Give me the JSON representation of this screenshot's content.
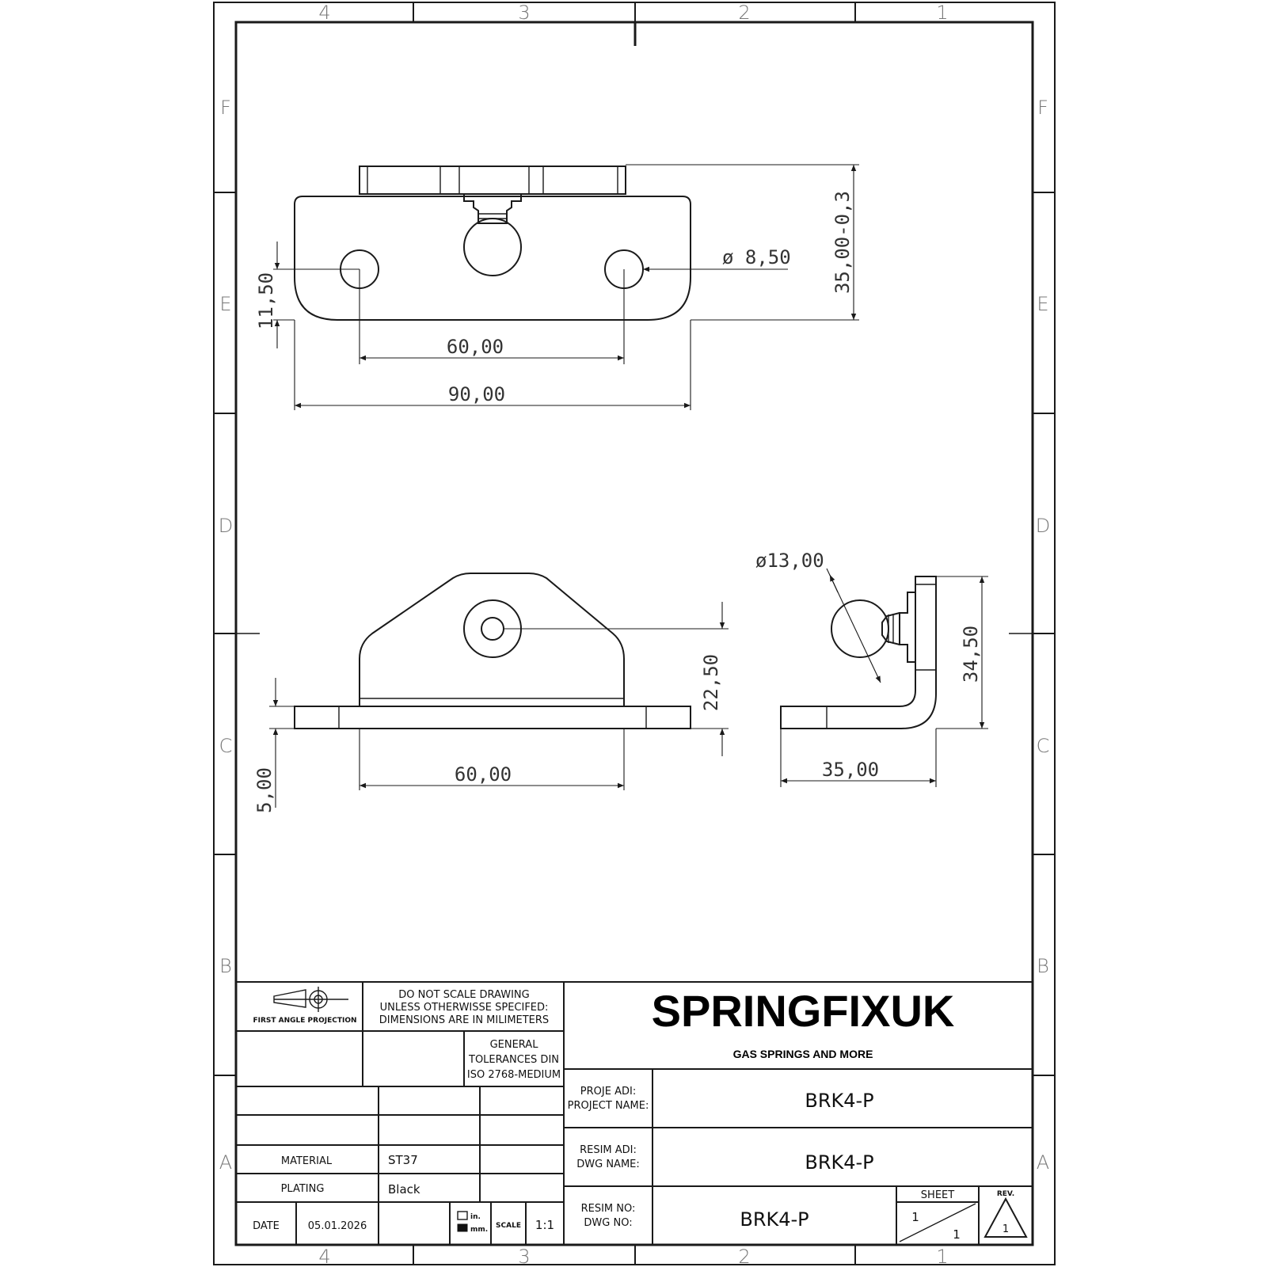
{
  "zones": {
    "columns": [
      "4",
      "3",
      "2",
      "1"
    ],
    "rows": [
      "F",
      "E",
      "D",
      "C",
      "B",
      "A"
    ]
  },
  "dimensions": {
    "top_height": "35,00-0,3",
    "top_hole_dia": "ø 8,50",
    "top_hole_offset": "11,50",
    "top_hole_pitch": "60,00",
    "top_width": "90,00",
    "front_ball_height": "22,50",
    "front_thickness": "5,00",
    "front_hole_pitch": "60,00",
    "side_ball_dia": "ø13,00",
    "side_height": "34,50",
    "side_depth": "35,00"
  },
  "title_block": {
    "projection": "FIRST ANGLE PROJECTION",
    "note_line1": "DO NOT SCALE DRAWING",
    "note_line2": "UNLESS OTHERWISSE SPECIFED:",
    "note_line3": "DIMENSIONS ARE IN MILIMETERS",
    "tol_line1": "GENERAL",
    "tol_line2": "TOLERANCES DIN",
    "tol_line3": "ISO 2768-MEDIUM",
    "company": "SPRINGFIXUK",
    "tagline": "GAS SPRINGS AND MORE",
    "project_label_1": "PROJE ADI:",
    "project_label_2": "PROJECT NAME:",
    "project_value": "BRK4-P",
    "dwg_name_label_1": "RESIM ADI:",
    "dwg_name_label_2": "DWG NAME:",
    "dwg_name_value": "BRK4-P",
    "dwg_no_label_1": "RESIM NO:",
    "dwg_no_label_2": "DWG NO:",
    "dwg_no_value": "BRK4-P",
    "material_label": "MATERIAL",
    "material_value": "ST37",
    "plating_label": "PLATING",
    "plating_value": "Black",
    "date_label": "DATE",
    "date_value": "05.01.2026",
    "unit_in": "in.",
    "unit_mm": "mm.",
    "scale_label": "SCALE",
    "scale_value": "1:1",
    "sheet_label": "SHEET",
    "sheet_num": "1",
    "sheet_total": "1",
    "rev_label": "REV.",
    "rev_value": "1"
  }
}
